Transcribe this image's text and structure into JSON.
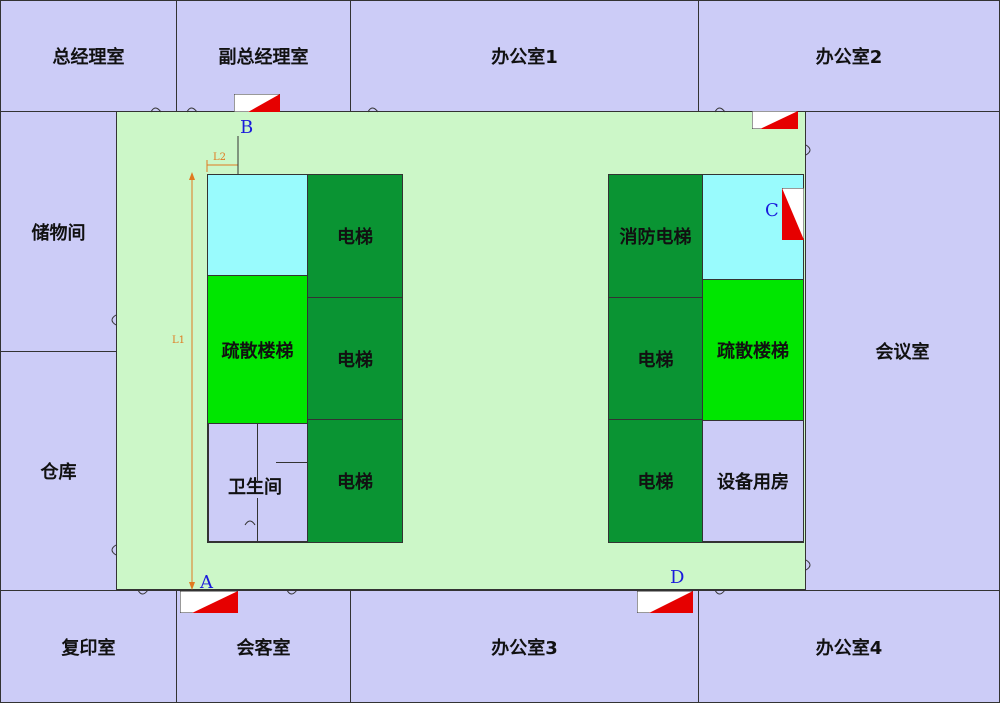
{
  "rooms": {
    "general_manager": "总经理室",
    "deputy_manager": "副总经理室",
    "office1": "办公室1",
    "office2": "办公室2",
    "storage": "储物间",
    "warehouse": "仓库",
    "meeting": "会议室",
    "copy": "复印室",
    "reception": "会客室",
    "office3": "办公室3",
    "office4": "办公室4"
  },
  "core_left": {
    "stairs": "疏散楼梯",
    "toilet": "卫生间",
    "elevator1": "电梯",
    "elevator2": "电梯",
    "elevator3": "电梯"
  },
  "core_right": {
    "fire_elevator": "消防电梯",
    "elevator1": "电梯",
    "elevator2": "电梯",
    "stairs": "疏散楼梯",
    "equipment": "设备用房"
  },
  "points": {
    "a": "A",
    "b": "B",
    "c": "C",
    "d": "D"
  },
  "dimensions": {
    "l1": "L1",
    "l2": "L2"
  },
  "colors": {
    "room": "#ccccf7",
    "corridor": "#ccf7c8",
    "elevator": "#0a9433",
    "stair": "#00e600",
    "cyan": "#99fbfd",
    "exit_red": "#e60000",
    "dimension": "#e07a20",
    "point_label": "#1a1adc"
  }
}
